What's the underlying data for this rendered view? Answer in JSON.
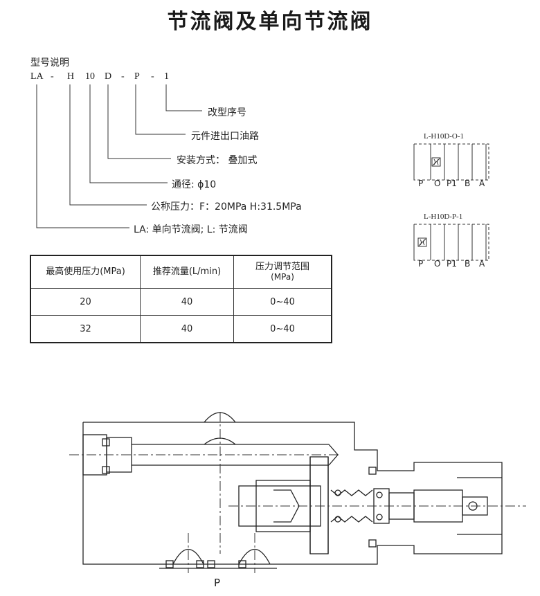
{
  "title": "节流阀及单向节流阀",
  "model": {
    "heading": "型号说明",
    "codes": [
      "LA",
      "-",
      "H",
      "10",
      "D",
      "-",
      "P",
      "-",
      "1"
    ],
    "descriptions": [
      "改型序号",
      "元件进出口油路",
      "安装方式： 叠加式",
      "通径: ϕ10",
      "公称压力：F：20MPa  H:31.5MPa",
      "LA: 单向节流阀; L: 节流阀"
    ]
  },
  "table": {
    "headers": [
      "最高使用压力(MPa)",
      "推荐流量(L/min)",
      "压力调节范围",
      "(MPa)"
    ],
    "rows": [
      [
        "20",
        "40",
        "0~40"
      ],
      [
        "32",
        "40",
        "0~40"
      ]
    ]
  },
  "symbols": [
    {
      "label": "L-H10D-O-1",
      "ports": [
        "P",
        "O",
        "P1",
        "B",
        "A"
      ]
    },
    {
      "label": "L-H10D-P-1",
      "ports": [
        "P",
        "O",
        "P1",
        "B",
        "A"
      ]
    }
  ],
  "drawing": {
    "port_label": "P"
  }
}
